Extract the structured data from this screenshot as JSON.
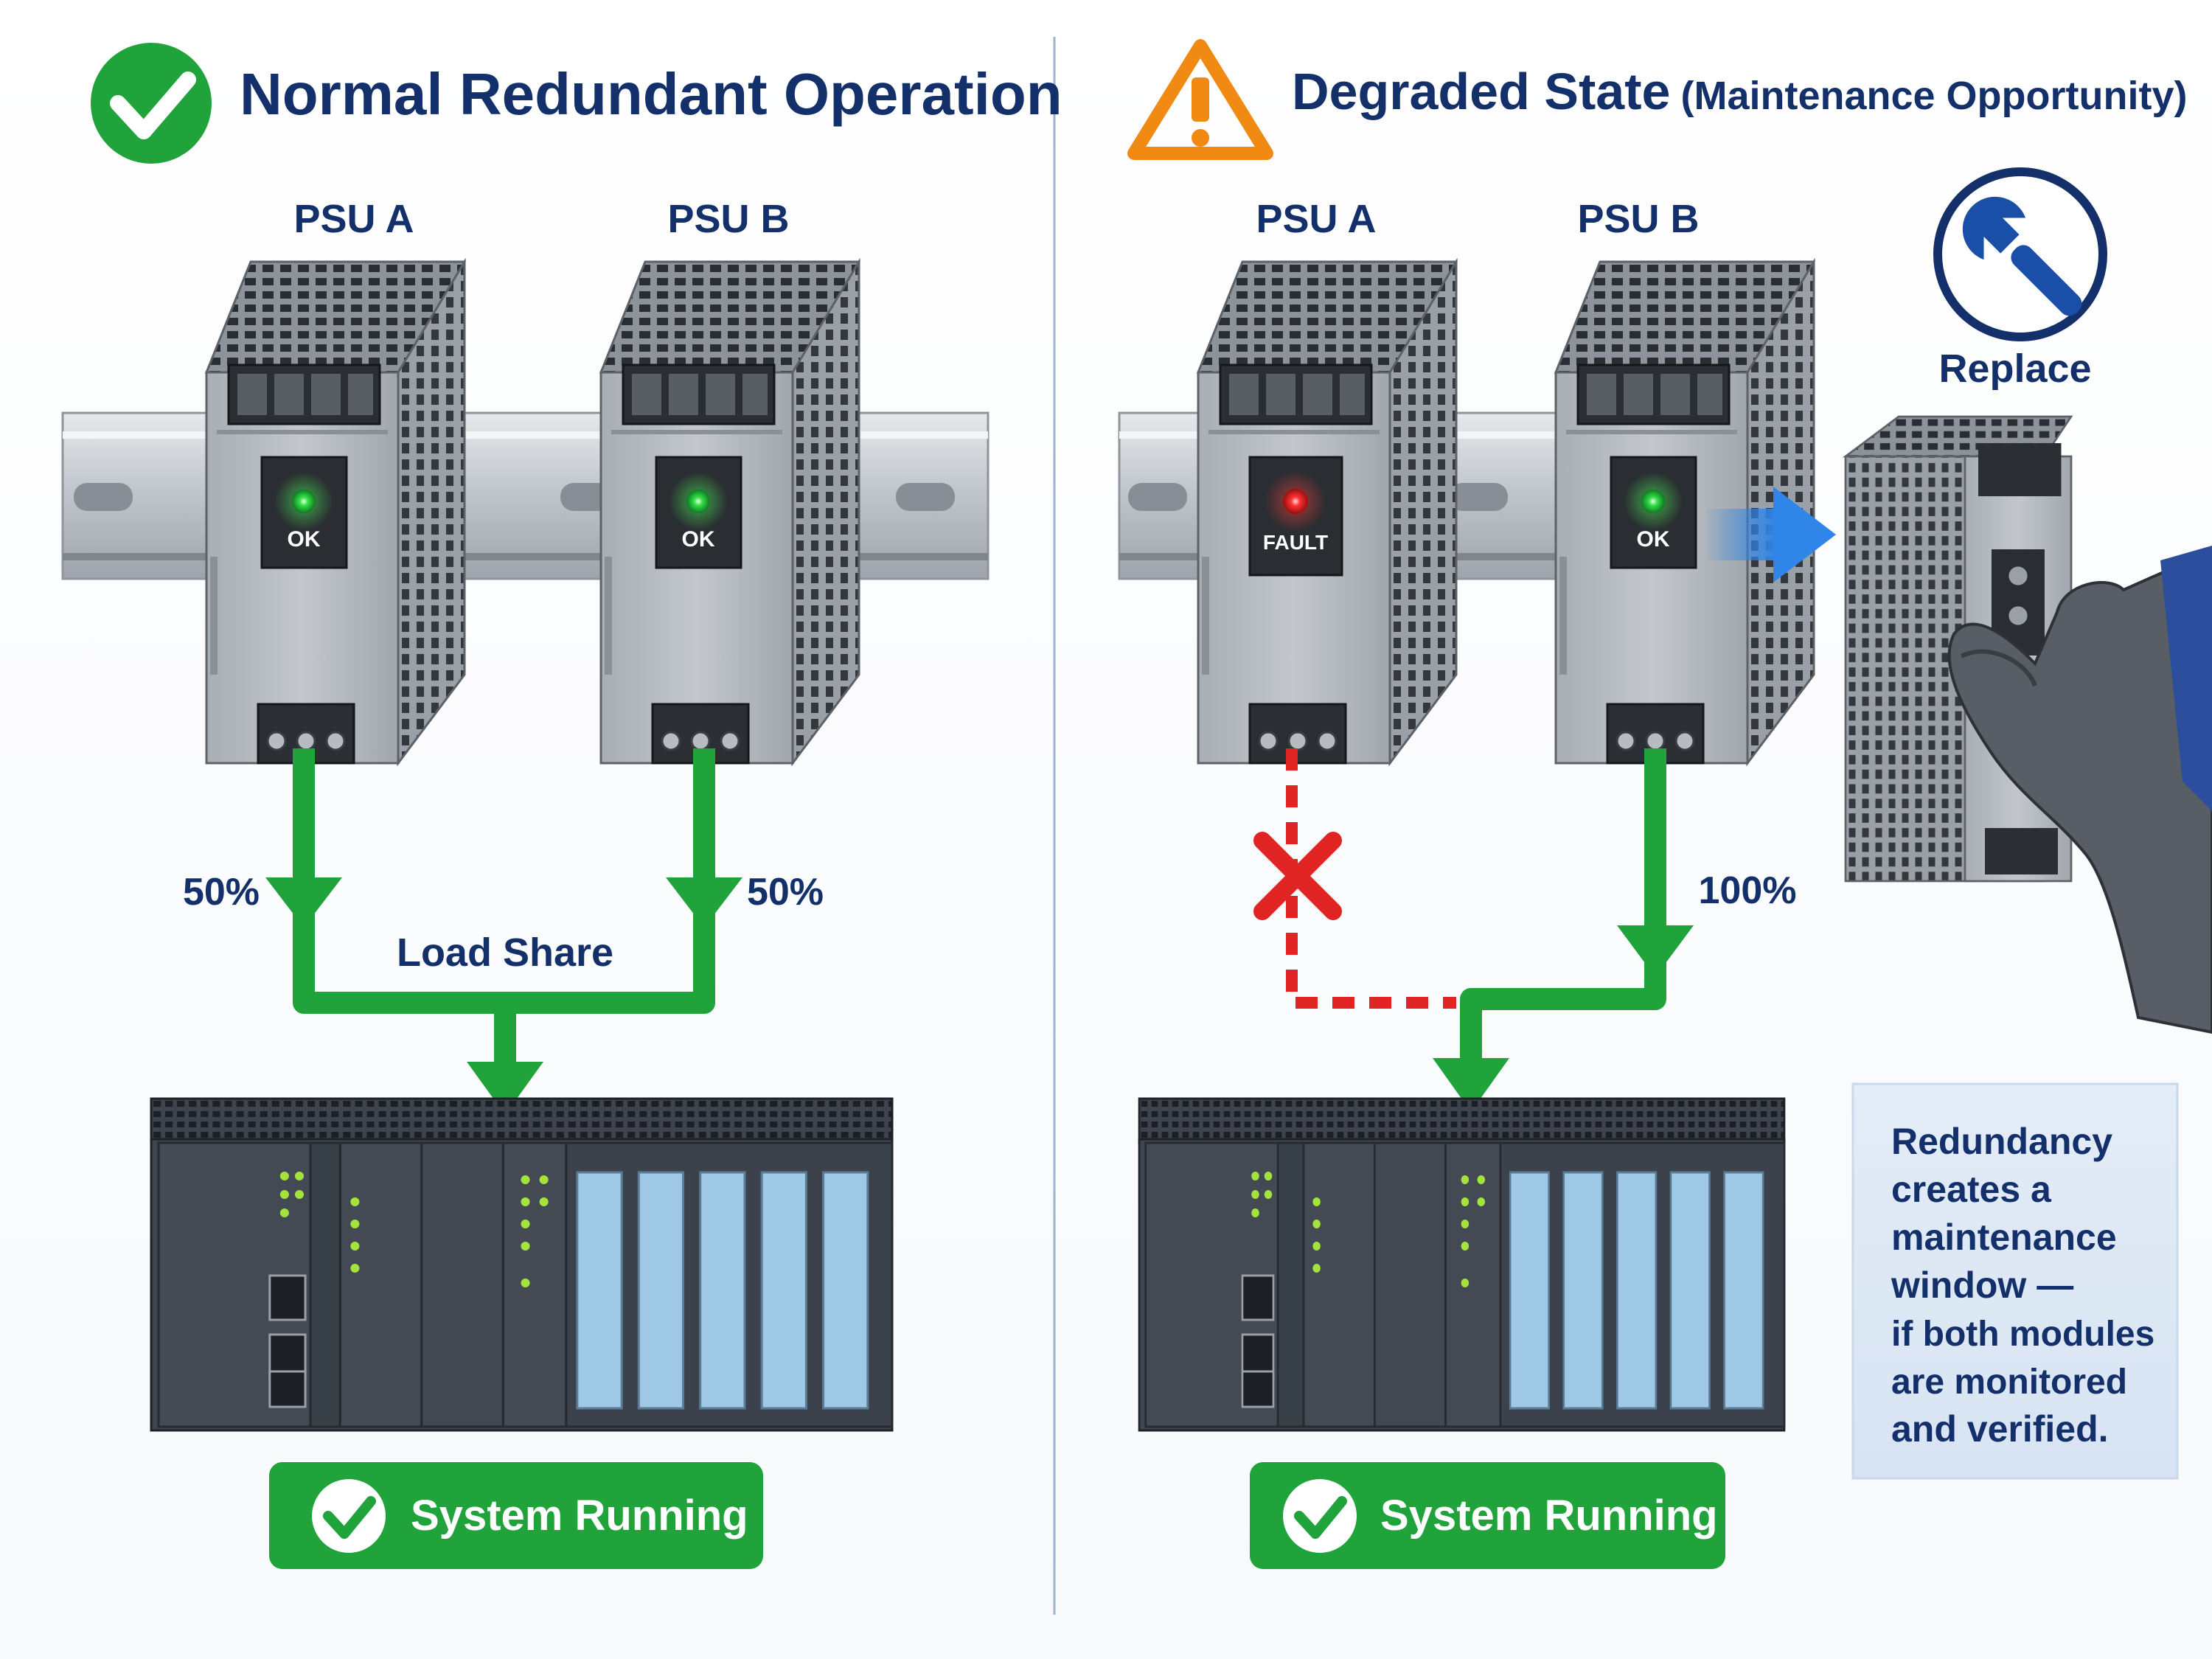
{
  "left_panel": {
    "title": "Normal Redundant Operation",
    "psu_a": {
      "label": "PSU A",
      "status": "OK"
    },
    "psu_b": {
      "label": "PSU B",
      "status": "OK"
    },
    "share_a": "50%",
    "share_b": "50%",
    "load_share_label": "Load Share",
    "badge": "System Running"
  },
  "right_panel": {
    "title_main": "Degraded State",
    "title_sub": "(Maintenance Opportunity)",
    "psu_a": {
      "label": "PSU A",
      "status": "FAULT"
    },
    "psu_b": {
      "label": "PSU B",
      "status": "OK"
    },
    "share_b": "100%",
    "replace_label": "Replace",
    "badge": "System Running",
    "note_lines": [
      "Redundancy",
      "creates a",
      "maintenance",
      "window —",
      "if both modules",
      "are monitored",
      "and verified."
    ]
  },
  "colors": {
    "ok_green": "#1fa33a",
    "fault_red": "#e02323",
    "warning_orange": "#f08a12",
    "title_navy": "#14306b",
    "arrow_blue": "#2f86e8"
  },
  "icons": [
    "check-circle-icon",
    "warning-triangle-icon",
    "wrench-icon",
    "fault-x-icon",
    "hand-glove-icon"
  ]
}
